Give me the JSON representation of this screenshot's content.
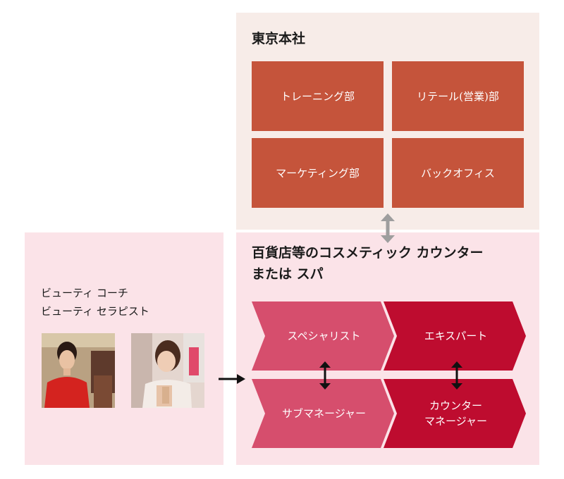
{
  "hq": {
    "title": "東京本社",
    "departments": [
      "トレーニング部",
      "リテール(営業)部",
      "マーケティング部",
      "バックオフィス"
    ]
  },
  "counter": {
    "title": "百貨店等のコスメティック カウンター\nまたは スパ",
    "roles": [
      "スペシャリスト",
      "エキスパート",
      "サブマネージャー",
      "カウンター\nマネージャー"
    ]
  },
  "staff": {
    "title": "ビューティ コーチ\nビューティ セラピスト"
  },
  "colors": {
    "hq_bg": "#f7ece8",
    "pink_bg": "#fbe3e8",
    "dept": "#c5543b",
    "chevron_light": "#d64e6d",
    "chevron_dark": "#be0c2f"
  }
}
